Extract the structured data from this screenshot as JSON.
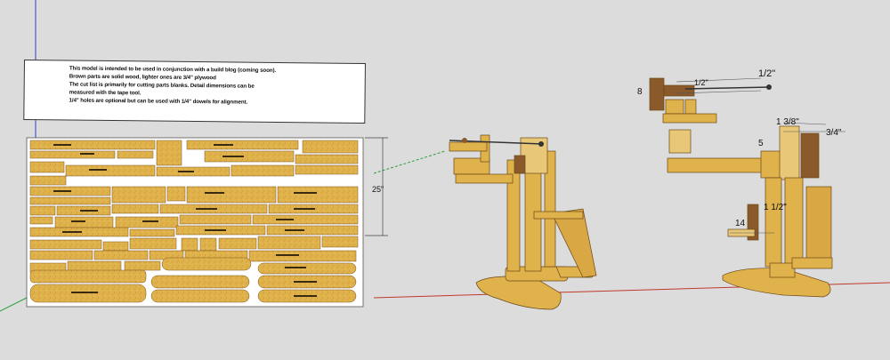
{
  "note": {
    "lines": [
      "This model is intended to be used in conjunction with a build blog (coming soon).",
      "Brown parts are solid wood, lighter ones are 3/4\" plywood",
      "The cut list is primarily for cutting parts blanks. Detail dimensions can be",
      "measured with the tape tool.",
      "1/4\" holes are optional but can be used with 1/4\" dowels for alignment."
    ]
  },
  "dimensions": {
    "sheet_height": "25\"",
    "right_top": "1/2\"",
    "right_top_2": "1/2\"",
    "right_top_3": "1 3/8\"",
    "right_mid": "3/4\"",
    "right_label_8": "8",
    "right_label_5": "5",
    "right_label_14": "14",
    "right_label_12": "1 1/2\""
  },
  "colors": {
    "background": "#dcdcdc",
    "plywood": "#e0b24c",
    "plywood_dark": "#c9952e",
    "solid_wood": "#8a5a2b",
    "axis_red": "#c0392b",
    "axis_green": "#2e9e3a",
    "axis_blue": "#2b3fc4"
  }
}
